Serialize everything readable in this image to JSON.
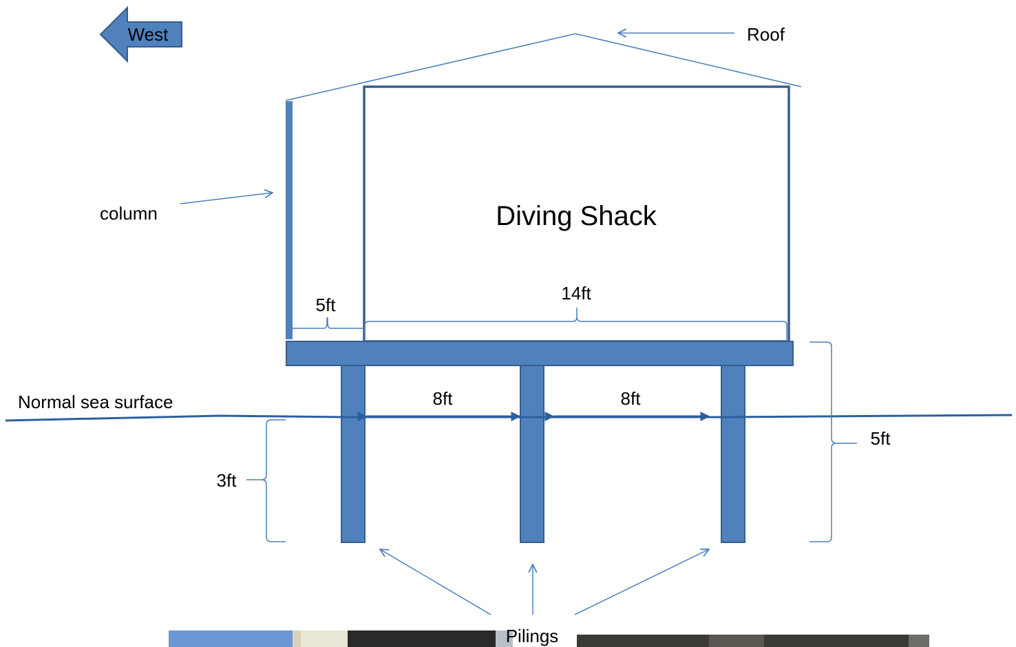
{
  "direction": {
    "label": "West"
  },
  "labels": {
    "roof": "Roof",
    "column": "column",
    "shack": "Diving Shack",
    "sea_surface": "Normal sea surface",
    "pilings": "Pilings"
  },
  "dimensions": {
    "porch_width": "5ft",
    "shack_width": "14ft",
    "piling_spacing_left": "8ft",
    "piling_spacing_right": "8ft",
    "water_depth": "3ft",
    "deck_height": "5ft"
  },
  "colors": {
    "structure_fill": "#4f81bd",
    "structure_stroke": "#385d8a",
    "line": "#4a7ebb",
    "water_line": "#2c5f9e",
    "shack_outline": "#3a5f8f",
    "text": "#000000"
  }
}
